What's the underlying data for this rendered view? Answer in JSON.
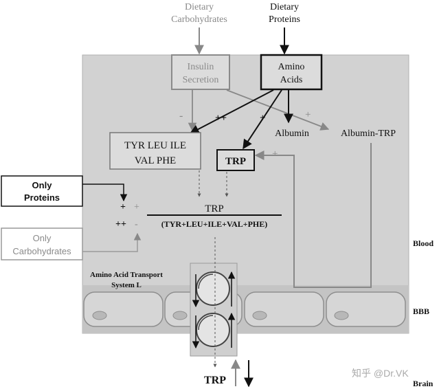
{
  "dietary_carbohydrates": [
    "Dietary",
    "Carbohydrates"
  ],
  "dietary_proteins": [
    "Dietary",
    "Proteins"
  ],
  "insulin_secretion": [
    "Insulin",
    "Secretion"
  ],
  "amino_acids": [
    "Amino",
    "Acids"
  ],
  "signs": {
    "insulin_minus": "-",
    "double_plus_1": "++",
    "plus_amino_trp": "+",
    "plus_albumin": "+",
    "plus_albumin_trp_to_trp": "+",
    "only_proteins_plus_black": "+",
    "only_proteins_plus_gray": "+",
    "only_carbs_double_plus": "++",
    "only_carbs_minus": "-"
  },
  "albumin": "Albumin",
  "albumin_trp": "Albumin-TRP",
  "competitors": [
    "TYR LEU ILE",
    "VAL PHE"
  ],
  "trp_box": "TRP",
  "only_proteins": [
    "Only",
    "Proteins"
  ],
  "only_carbohydrates": [
    "Only",
    "Carbohydrates"
  ],
  "ratio": {
    "numerator": "TRP",
    "denominator": "(TYR+LEU+ILE+VAL+PHE)"
  },
  "transport": [
    "Amino Acid Transport",
    "System L"
  ],
  "labels": {
    "blood": "Blood",
    "bbb": "BBB",
    "brain": "Brain",
    "trp_brain": "TRP"
  },
  "watermark": "知乎 @Dr.VK",
  "colors": {
    "blood_bg": "#d0d0d0",
    "bbb_band": "#bfbfbf",
    "gray_text": "#8a8a8a",
    "black": "#111111"
  }
}
